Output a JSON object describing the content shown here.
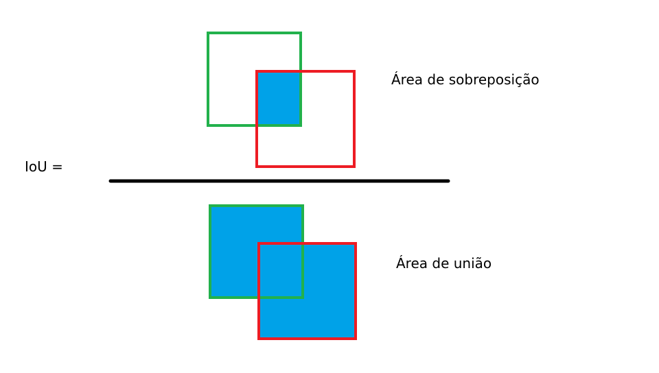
{
  "formula": {
    "lhs_label": "IoU ="
  },
  "numerator": {
    "label": "Área de sobreposição"
  },
  "denominator": {
    "label": "Área de união"
  },
  "colors": {
    "box_a": "#22b14c",
    "box_b": "#ed1c24",
    "fill": "#00a2e8",
    "fraction_bar": "#000000"
  }
}
